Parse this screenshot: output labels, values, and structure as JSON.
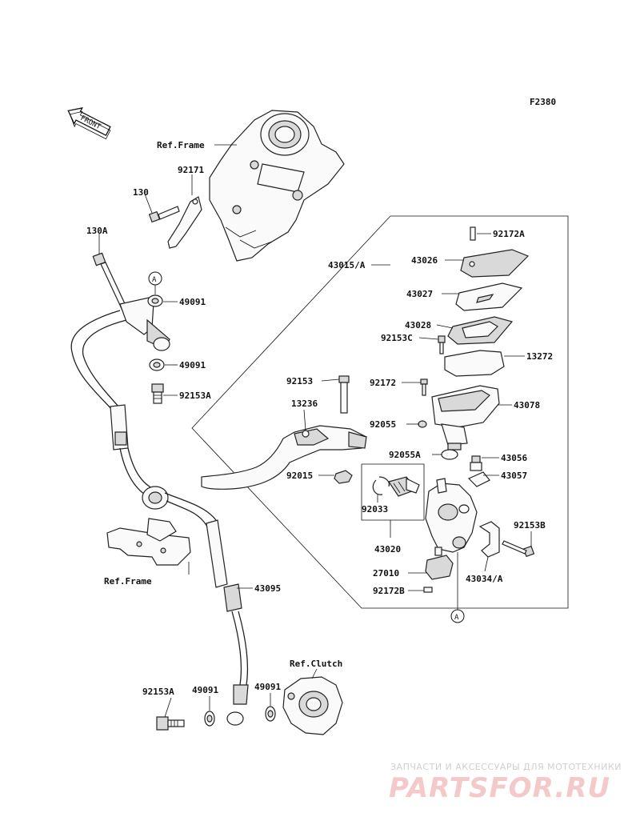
{
  "figure_code": "F2380",
  "front_arrow_label": "FRONT",
  "callout_marker": "A",
  "labels": {
    "ref_frame_top": "Ref.Frame",
    "p92171": "92171",
    "p130": "130",
    "p130A": "130A",
    "p49091_a": "49091",
    "p49091_b": "49091",
    "p92153A_top": "92153A",
    "p43015A": "43015/A",
    "p92172A": "92172A",
    "p43026": "43026",
    "p43027": "43027",
    "p43028": "43028",
    "p92153C": "92153C",
    "p13272": "13272",
    "p92153": "92153",
    "p92172": "92172",
    "p43078": "43078",
    "p13236": "13236",
    "p92055": "92055",
    "p92055A": "92055A",
    "p43056": "43056",
    "p92015": "92015",
    "p43057": "43057",
    "p92033": "92033",
    "p92153B": "92153B",
    "p43020": "43020",
    "p27010": "27010",
    "p43034A": "43034/A",
    "p92172B": "92172B",
    "ref_frame_bottom": "Ref.Frame",
    "p43095": "43095",
    "ref_clutch": "Ref.Clutch",
    "p92153A_bottom": "92153A",
    "p49091_c": "49091",
    "p49091_d": "49091"
  },
  "watermark": {
    "top_line": "ЗАПЧАСТИ И АКСЕССУАРЫ ДЛЯ МОТОТЕХНИКИ",
    "brand": "PARTSFOR.RU"
  }
}
